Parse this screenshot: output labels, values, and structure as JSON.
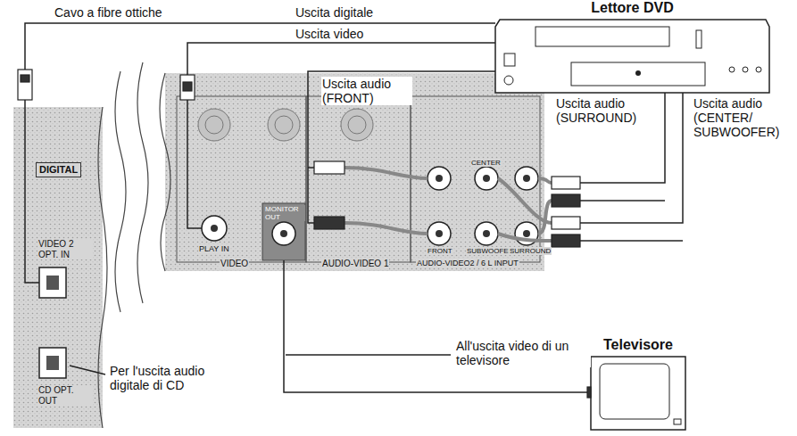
{
  "diagram": {
    "nodes": [
      {
        "text": [
          "Lettore DVD"
        ]
      },
      {
        "text": [
          "Televisore"
        ]
      }
    ],
    "labels": [
      "Cavo a fibre ottiche",
      "Uscita digitale",
      "Uscita video",
      "Uscita audio (FRONT)",
      "Uscita audio (SURROUND)",
      "Uscita audio (CENTER/ SUBWOOFER)",
      "DIGITAL",
      "VIDEO 2 OPT. IN",
      "CD OPT. OUT",
      "Per l'uscita audio digitale di CD",
      "PLAY IN",
      "MONITOR OUT",
      "VIDEO",
      "AUDIO-VIDEO 1",
      "AUDIO-VIDEO2 / 6 L INPUT",
      "CENTER",
      "FRONT",
      "SUBWOOFER",
      "SURROUND",
      "All'uscita video di un televisore"
    ]
  }
}
